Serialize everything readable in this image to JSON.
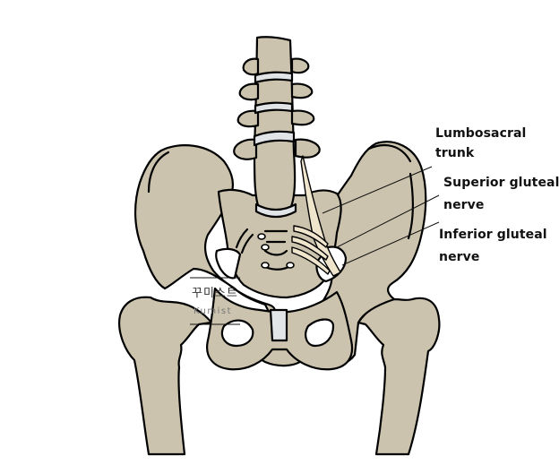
{
  "diagram": {
    "subject": "Pelvis and lumbar spine, anterior view, with lumbosacral plexus branches",
    "colors": {
      "bone": "#cbc3ad",
      "outline": "#000000",
      "disc": "#e2e5e8",
      "nerve": "#efe4cc",
      "background": "#ffffff"
    },
    "labels": [
      {
        "id": "lumbosacral-trunk",
        "line1": "Lumbosacral",
        "line2": "trunk"
      },
      {
        "id": "superior-gluteal-nerve",
        "line1": "Superior gluteal",
        "line2": "nerve"
      },
      {
        "id": "inferior-gluteal-nerve",
        "line1": "Inferior gluteal",
        "line2": "nerve"
      }
    ],
    "watermark": {
      "korean": "꾸미스트",
      "english": "Kumist"
    }
  }
}
